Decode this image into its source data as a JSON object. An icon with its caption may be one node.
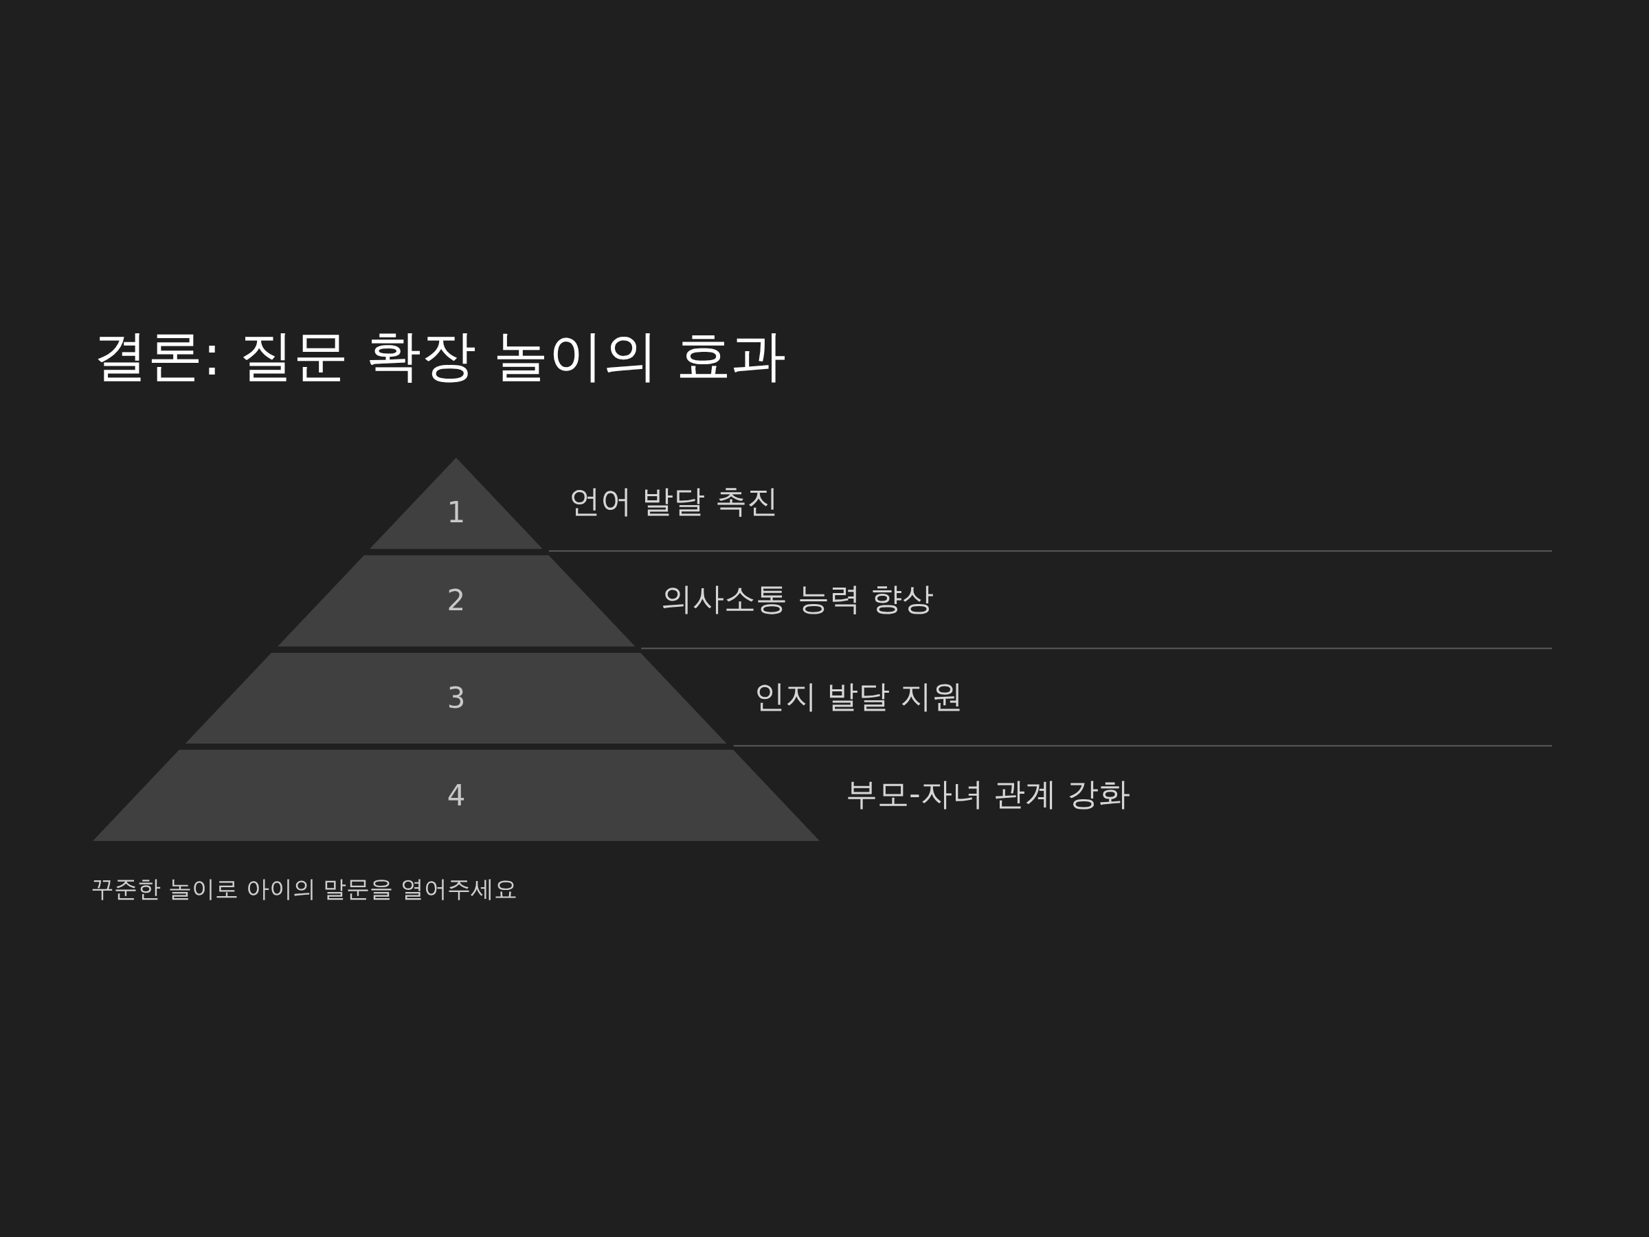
{
  "diagram": {
    "title": "결론: 질문 확장 놀이의 효과",
    "nodes": [
      {
        "text": [
          "1"
        ],
        "beside": [
          "언어 발달 촉진"
        ]
      },
      {
        "text": [
          "2"
        ],
        "beside": [
          "의사소통 능력 향상"
        ]
      },
      {
        "text": [
          "3"
        ],
        "beside": [
          "인지 발달 지원"
        ]
      },
      {
        "text": [
          "4"
        ],
        "beside": [
          "부모-자녀 관계 강화"
        ]
      }
    ],
    "caption": "꾸준한 놀이로 아이의 말문을 열어주세요"
  }
}
